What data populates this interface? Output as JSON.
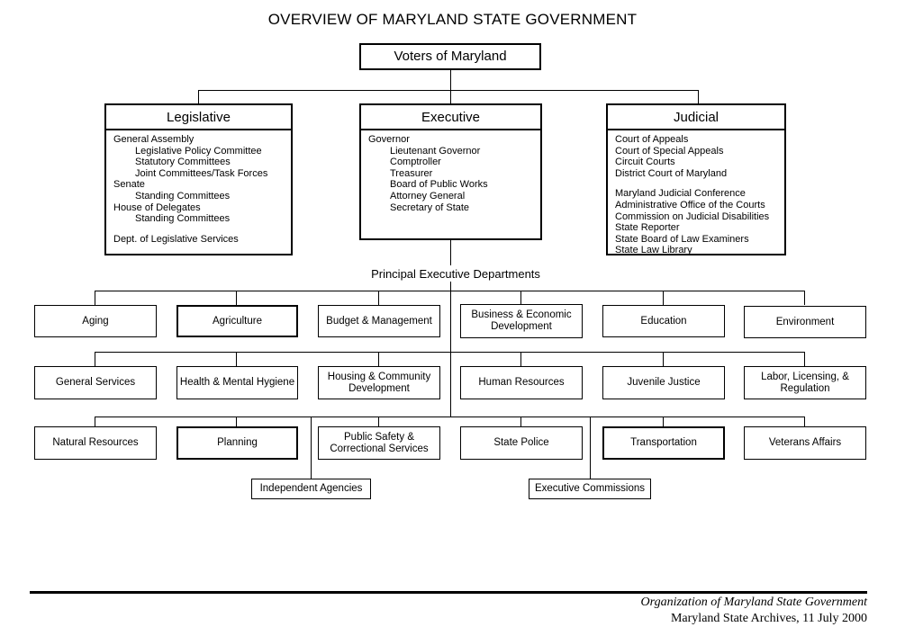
{
  "page": {
    "title": "OVERVIEW OF MARYLAND STATE GOVERNMENT",
    "section_label": "Principal Executive Departments"
  },
  "root_node": {
    "label": "Voters of Maryland"
  },
  "branches": [
    {
      "title": "Legislative",
      "items": [
        {
          "text": "General Assembly",
          "indent": 0
        },
        {
          "text": "Legislative Policy Committee",
          "indent": 1
        },
        {
          "text": "Statutory Committees",
          "indent": 1
        },
        {
          "text": "Joint Committees/Task Forces",
          "indent": 1
        },
        {
          "text": "Senate",
          "indent": 0
        },
        {
          "text": "Standing Committees",
          "indent": 1
        },
        {
          "text": "House of Delegates",
          "indent": 0
        },
        {
          "text": "Standing Committees",
          "indent": 1
        },
        {
          "text": "",
          "indent": 0,
          "spacer": true
        },
        {
          "text": "Dept. of Legislative Services",
          "indent": 0
        }
      ]
    },
    {
      "title": "Executive",
      "items": [
        {
          "text": "Governor",
          "indent": 0
        },
        {
          "text": "Lieutenant Governor",
          "indent": 1
        },
        {
          "text": "Comptroller",
          "indent": 1
        },
        {
          "text": "Treasurer",
          "indent": 1
        },
        {
          "text": "Board of Public Works",
          "indent": 1
        },
        {
          "text": "Attorney General",
          "indent": 1
        },
        {
          "text": "Secretary of State",
          "indent": 1
        }
      ]
    },
    {
      "title": "Judicial",
      "items": [
        {
          "text": "Court of Appeals",
          "indent": 0
        },
        {
          "text": "Court of Special Appeals",
          "indent": 0
        },
        {
          "text": "Circuit Courts",
          "indent": 0
        },
        {
          "text": "District Court of Maryland",
          "indent": 0
        },
        {
          "text": "",
          "indent": 0,
          "spacer": true
        },
        {
          "text": "Maryland Judicial Conference",
          "indent": 0
        },
        {
          "text": "Administrative Office of the Courts",
          "indent": 0
        },
        {
          "text": "Commission on Judicial Disabilities",
          "indent": 0
        },
        {
          "text": "State Reporter",
          "indent": 0
        },
        {
          "text": "State Board of Law Examiners",
          "indent": 0
        },
        {
          "text": "State Law Library",
          "indent": 0
        }
      ]
    }
  ],
  "departments": {
    "row1": [
      {
        "label": "Aging",
        "emphasis": false
      },
      {
        "label": "Agriculture",
        "emphasis": true
      },
      {
        "label": "Budget & Management",
        "emphasis": false
      },
      {
        "label": "Business & Economic Development",
        "emphasis": false
      },
      {
        "label": "Education",
        "emphasis": false
      },
      {
        "label": "Environment",
        "emphasis": false
      }
    ],
    "row2": [
      {
        "label": "General Services",
        "emphasis": false
      },
      {
        "label": "Health & Mental Hygiene",
        "emphasis": false
      },
      {
        "label": "Housing & Community Development",
        "emphasis": false
      },
      {
        "label": "Human Resources",
        "emphasis": false
      },
      {
        "label": "Juvenile Justice",
        "emphasis": false
      },
      {
        "label": "Labor, Licensing, & Regulation",
        "emphasis": false
      }
    ],
    "row3": [
      {
        "label": "Natural Resources",
        "emphasis": false
      },
      {
        "label": "Planning",
        "emphasis": true
      },
      {
        "label": "Public Safety & Correctional Services",
        "emphasis": false
      },
      {
        "label": "State Police",
        "emphasis": false
      },
      {
        "label": "Transportation",
        "emphasis": true
      },
      {
        "label": "Veterans Affairs",
        "emphasis": false
      }
    ]
  },
  "extra_nodes": [
    {
      "label": "Independent Agencies"
    },
    {
      "label": "Executive Commissions"
    }
  ],
  "footer": {
    "line1": "Organization of Maryland State Government",
    "line2": "Maryland State Archives, 11 July 2000"
  },
  "colors": {
    "ink": "#000000",
    "paper": "#ffffff"
  }
}
